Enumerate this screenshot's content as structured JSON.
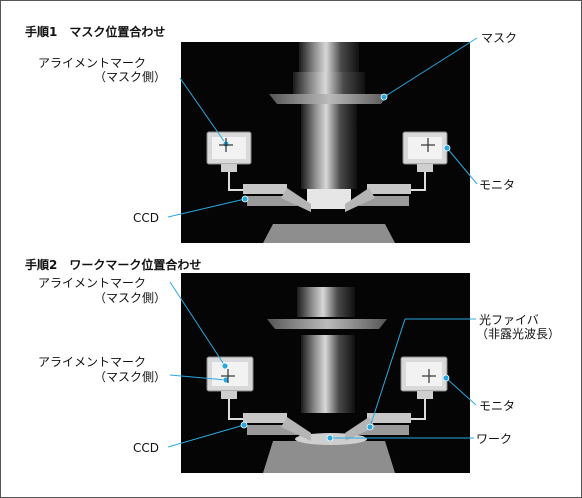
{
  "step1": {
    "title": "手順1　マスク位置合わせ",
    "labels": {
      "mask": "マスク",
      "alignment_mark": "アライメントマーク",
      "alignment_mark_sub": "（マスク側）",
      "monitor": "モニタ",
      "ccd": "CCD"
    }
  },
  "step2": {
    "title": "手順2　ワークマーク位置合わせ",
    "labels": {
      "alignment_mark_a": "アライメントマーク",
      "alignment_mark_a_sub": "（マスク側）",
      "alignment_mark_b": "アライメントマーク",
      "alignment_mark_b_sub": "（マスク側）",
      "optical_fiber": "光ファイバ",
      "optical_fiber_sub": "（非露光波長）",
      "monitor": "モニタ",
      "ccd": "CCD",
      "work": "ワーク"
    }
  },
  "colors": {
    "leader": "#29a8e0",
    "dot": "#29a8e0",
    "background": "#000000"
  }
}
